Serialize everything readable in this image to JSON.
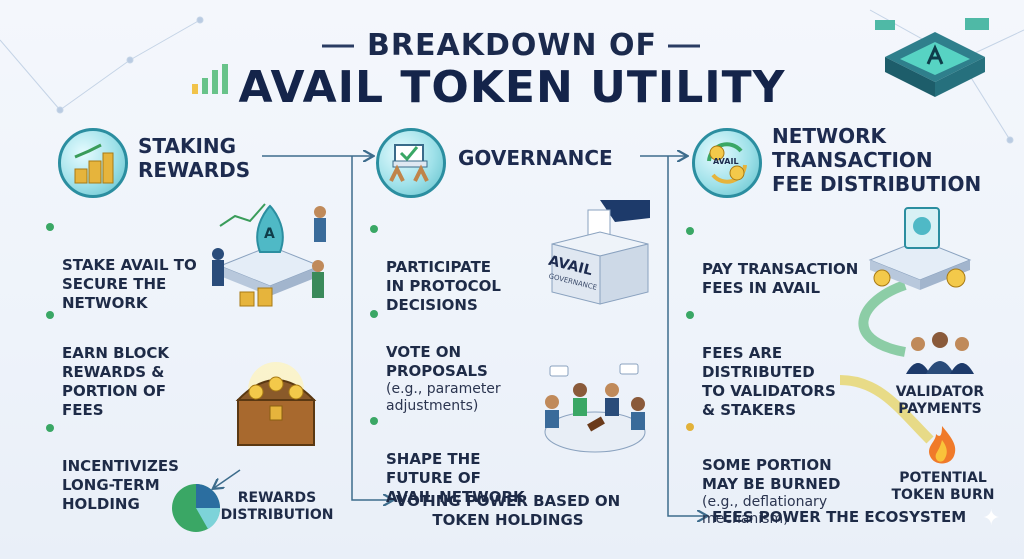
{
  "header": {
    "title_line1": "BREAKDOWN OF",
    "title_line2": "AVAIL TOKEN UTILITY"
  },
  "sections": [
    {
      "title": "STAKING\nREWARDS",
      "icon": "coin-stack-icon",
      "bullets": [
        {
          "text": "STAKE AVAIL TO\nSECURE THE\nNETWORK",
          "sub": ""
        },
        {
          "text": "EARN BLOCK\nREWARDS &\nPORTION OF\nFEES",
          "sub": ""
        },
        {
          "text": "INCENTIVIZES\nLONG-TERM\nHOLDING",
          "sub": ""
        }
      ],
      "caption": "REWARDS\nDISTRIBUTION"
    },
    {
      "title": "GOVERNANCE",
      "icon": "ballot-box-icon",
      "bullets": [
        {
          "text": "PARTICIPATE\nIN PROTOCOL\nDECISIONS",
          "sub": ""
        },
        {
          "text": "VOTE ON\nPROPOSALS",
          "sub": "(e.g., parameter\nadjustments)"
        },
        {
          "text": "SHAPE THE\nFUTURE OF\nAVAIL NETWORK",
          "sub": ""
        }
      ],
      "ballot_label": "AVAIL",
      "ballot_sublabel": "GOVERNANCE",
      "footer": "VOTING POWER BASED ON\nTOKEN HOLDINGS"
    },
    {
      "title": "NETWORK\nTRANSACTION\nFEE DISTRIBUTION",
      "icon": "avail-fee-cycle-icon",
      "icon_label": "AVAIL",
      "bullets": [
        {
          "text": "PAY TRANSACTION\nFEES IN AVAIL",
          "sub": ""
        },
        {
          "text": "FEES ARE\nDISTRIBUTED\nTO VALIDATORS\n& STAKERS",
          "sub": ""
        },
        {
          "text": "SOME PORTION\nMAY BE BURNED",
          "sub": "(e.g., deflationary\nmechanism)"
        }
      ],
      "caption_validators": "VALIDATOR\nPAYMENTS",
      "caption_burn": "POTENTIAL\nTOKEN BURN",
      "footer": "FEES POWER THE ECOSYSTEM"
    }
  ],
  "colors": {
    "title": "#14244a",
    "accent_teal": "#2b8ea0",
    "bullet_green": "#3aa765",
    "bullet_yellow": "#e2b23a",
    "gold": "#e6b43c"
  }
}
